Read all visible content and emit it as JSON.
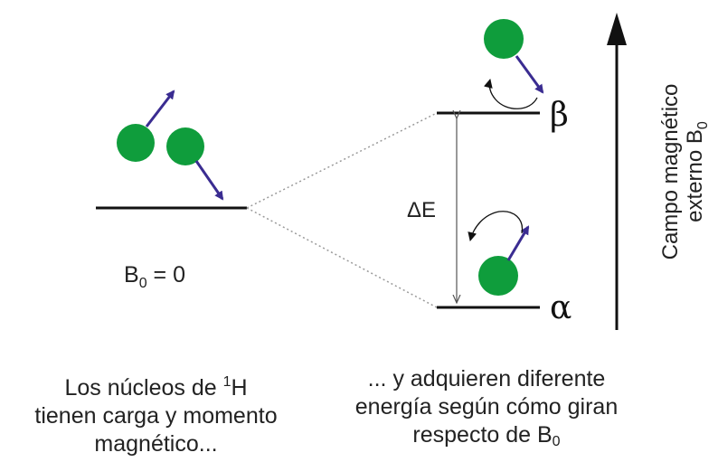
{
  "labels": {
    "b0_main": "B",
    "b0_sub": "0",
    "b0_rest": " = 0",
    "delta_e": "ΔE",
    "beta": "β",
    "alpha": "α",
    "field_line1": "Campo magnético",
    "field_line2_main": "externo B",
    "field_line2_sub": "0"
  },
  "caption_left": {
    "line1_pre": "Los núcleos de ",
    "line1_sup": "1",
    "line1_post": "H",
    "line2": "tienen carga y momento",
    "line3": "magnético..."
  },
  "caption_right": {
    "line1": "... y adquieren diferente",
    "line2": "energía según cómo giran",
    "line3_main": "respecto de B",
    "line3_sub": "0"
  },
  "colors": {
    "nucleus": "#0f9d3c",
    "spin_arrow": "#3a2c91",
    "level": "#111111",
    "connector": "#9a9a9a",
    "field_arrow": "#111111"
  }
}
